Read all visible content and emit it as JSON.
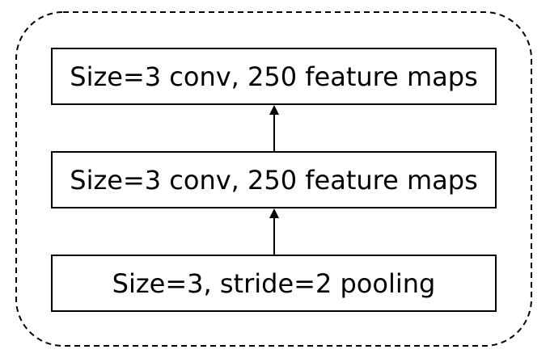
{
  "diagram": {
    "layers": [
      {
        "label": "Size=3 conv, 250 feature maps"
      },
      {
        "label": "Size=3 conv, 250 feature maps"
      },
      {
        "label": "Size=3, stride=2 pooling"
      }
    ],
    "colors": {
      "stroke": "#000000",
      "background": "#ffffff",
      "text": "#000000"
    }
  }
}
